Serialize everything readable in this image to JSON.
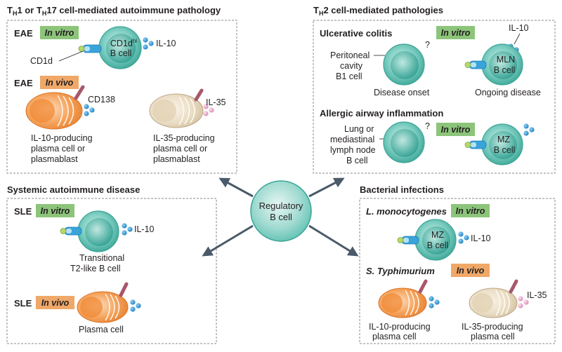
{
  "colors": {
    "in_vitro_tag": "#8cc57a",
    "in_vivo_tag": "#f0a868",
    "b_cell_fill": "#5cbfb1",
    "plasma_il10": "#ee8a3c",
    "plasma_il35": "#e6d8be",
    "cytokine_il10": "#1b8fd0",
    "cytokine_il35": "#e8a1c6",
    "arrow": "#4a5a6a"
  },
  "central": {
    "line1": "Regulatory",
    "line2": "B cell"
  },
  "tags": {
    "in_vitro": "In vitro",
    "in_vivo": "In vivo"
  },
  "panel_th1": {
    "title_parts": [
      "T",
      "H",
      "1 or T",
      "H",
      "17 cell-mediated autoimmune pathology"
    ],
    "eae1": "EAE",
    "cd1d_cell_line1": "CD1d",
    "cd1d_cell_sup": "hi",
    "cd1d_cell_line2": "B cell",
    "il10": "IL-10",
    "cd1d": "CD1d",
    "eae2": "EAE",
    "cd138": "CD138",
    "il35": "IL-35",
    "plasma_il10_label": [
      "IL-10-producing",
      "plasma cell or",
      "plasmablast"
    ],
    "plasma_il35_label": [
      "IL-35-producing",
      "plasma cell or",
      "plasmablast"
    ]
  },
  "panel_th2": {
    "title_parts": [
      "T",
      "H",
      "2 cell-mediated pathologies"
    ],
    "ulcerative_colitis": "Ulcerative colitis",
    "peritoneal_label": [
      "Peritoneal",
      "cavity",
      "B1 cell"
    ],
    "question": "?",
    "disease_onset": "Disease onset",
    "il10": "IL-10",
    "mln_line1": "MLN",
    "mln_line2": "B cell",
    "ongoing_disease": "Ongoing disease",
    "allergic": "Allergic airway inflammation",
    "lung_label": [
      "Lung or",
      "mediastinal",
      "lymph node",
      "B cell"
    ],
    "question2": "?",
    "mz_line1": "MZ",
    "mz_line2": "B cell"
  },
  "panel_systemic": {
    "title": "Systemic autoimmune disease",
    "sle1": "SLE",
    "il10": "IL-10",
    "transitional_label": [
      "Transitional",
      "T2-like B cell"
    ],
    "sle2": "SLE",
    "plasma_cell": "Plasma cell"
  },
  "panel_bacterial": {
    "title": "Bacterial infections",
    "l_mono": "L. monocytogenes",
    "mz_line1": "MZ",
    "mz_line2": "B cell",
    "il10": "IL-10",
    "s_typh": "S. Typhimurium",
    "il35": "IL-35",
    "plasma_il10_label": [
      "IL-10-producing",
      "plasma cell"
    ],
    "plasma_il35_label": [
      "IL-35-producing",
      "plasma cell"
    ]
  }
}
